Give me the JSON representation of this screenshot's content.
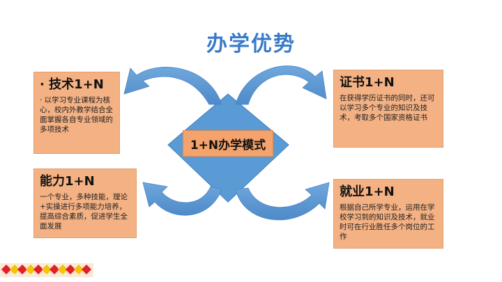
{
  "title": "办学优势",
  "center": {
    "label": "1+N办学模式"
  },
  "boxes": {
    "top_left": {
      "title": "· 技术1+N",
      "text": "· 以学习专业课程为核心，校内外教学结合全面掌握各自专业领域的多项技术"
    },
    "top_right": {
      "title": "证书1+N",
      "text": "在获得学历证书的同时，还可以学习多个专业的知识及技术，考取多个国家资格证书"
    },
    "bottom_left": {
      "title": "能力1+N",
      "text": "一个专业，多种技能，理论+实操进行多项能力培养，提高综合素质，促进学生全面发展"
    },
    "bottom_right": {
      "title": "就业1+N",
      "text": "根据自己所学专业，运用在学校学习到的知识及技术，就业时可在行业胜任多个岗位的工作"
    }
  },
  "colors": {
    "title": "#3a7ac8",
    "diamond": "#5b9bd5",
    "arrow": "#5b9bd5",
    "box_fill": "#f4b183",
    "footer_diamond_red": "#e0202a",
    "footer_diamond_yellow": "#f5c400"
  }
}
